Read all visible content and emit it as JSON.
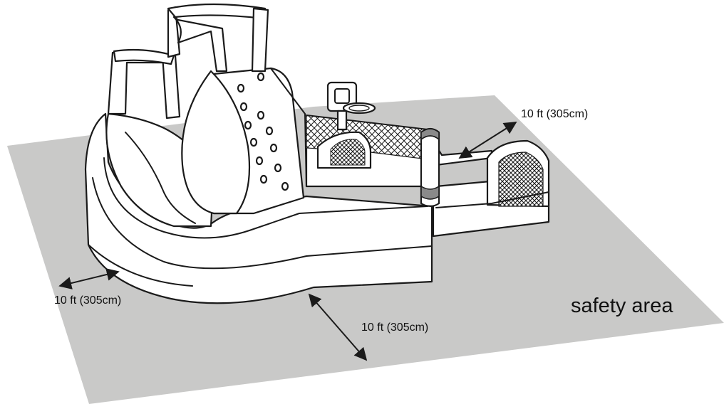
{
  "colors": {
    "safety_area": "#c9c9c8",
    "outline": "#1a1a1a",
    "inflatable_fill": "#ffffff"
  },
  "labels": {
    "clearance_right": "10 ft (305cm)",
    "clearance_left": "10 ft (305cm)",
    "clearance_front": "10 ft (305cm)",
    "safety_area": "safety area"
  }
}
